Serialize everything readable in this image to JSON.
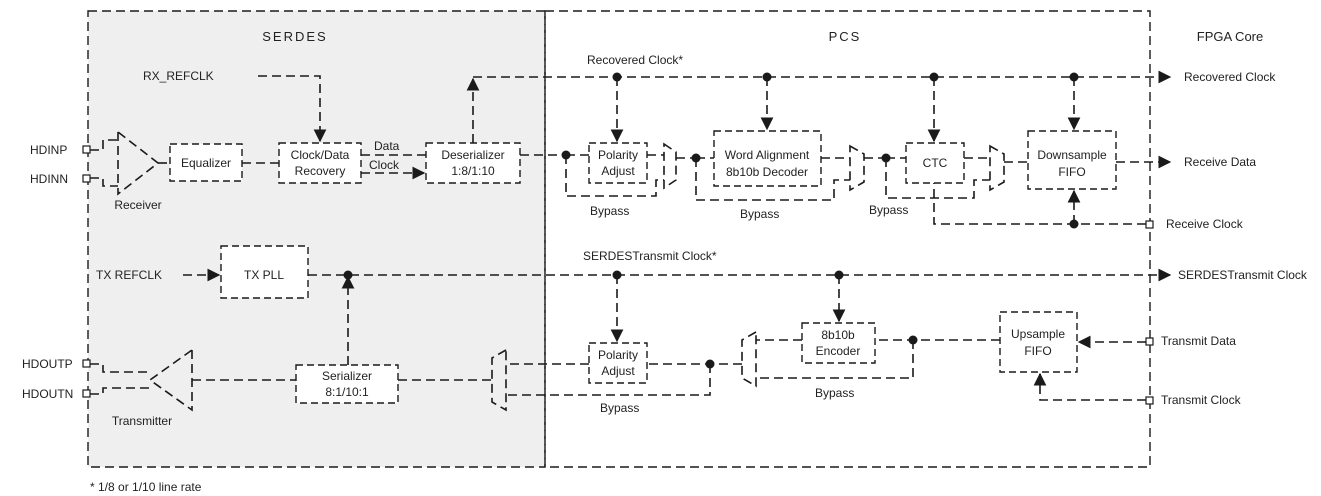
{
  "regions": {
    "serdes": "SERDES",
    "pcs": "PCS",
    "fpga_core": "FPGA Core"
  },
  "pins": {
    "hdinp": "HDINP",
    "hdinn": "HDINN",
    "hdoutp": "HDOUTP",
    "hdoutn": "HDOUTN"
  },
  "signals": {
    "rx_refclk": "RX_REFCLK",
    "tx_refclk": "TX REFCLK",
    "recovered_clock_star": "Recovered Clock*",
    "serdes_tx_clock_star": "SERDESTransmit Clock*",
    "data": "Data",
    "clock": "Clock"
  },
  "blocks": {
    "receiver": "Receiver",
    "equalizer": "Equalizer",
    "cdr_line1": "Clock/Data",
    "cdr_line2": "Recovery",
    "deser_line1": "Deserializer",
    "deser_line2": "1:8/1:10",
    "polarity_line1": "Polarity",
    "polarity_line2": "Adjust",
    "wordalign_line1": "Word Alignment",
    "wordalign_line2": "8b10b Decoder",
    "ctc": "CTC",
    "downsample_line1": "Downsample",
    "downsample_line2": "FIFO",
    "txpll": "TX PLL",
    "transmitter": "Transmitter",
    "ser_line1": "Serializer",
    "ser_line2": "8:1/10:1",
    "encoder_line1": "8b10b",
    "encoder_line2": "Encoder",
    "upsample_line1": "Upsample",
    "upsample_line2": "FIFO",
    "bypass": "Bypass"
  },
  "core_ports": {
    "recovered_clock": "Recovered Clock",
    "receive_data": "Receive Data",
    "receive_clock": "Receive Clock",
    "serdes_tx_clock": "SERDESTransmit Clock",
    "transmit_data": "Transmit Data",
    "transmit_clock": "Transmit Clock"
  },
  "footnote": "* 1/8 or 1/10 line rate"
}
